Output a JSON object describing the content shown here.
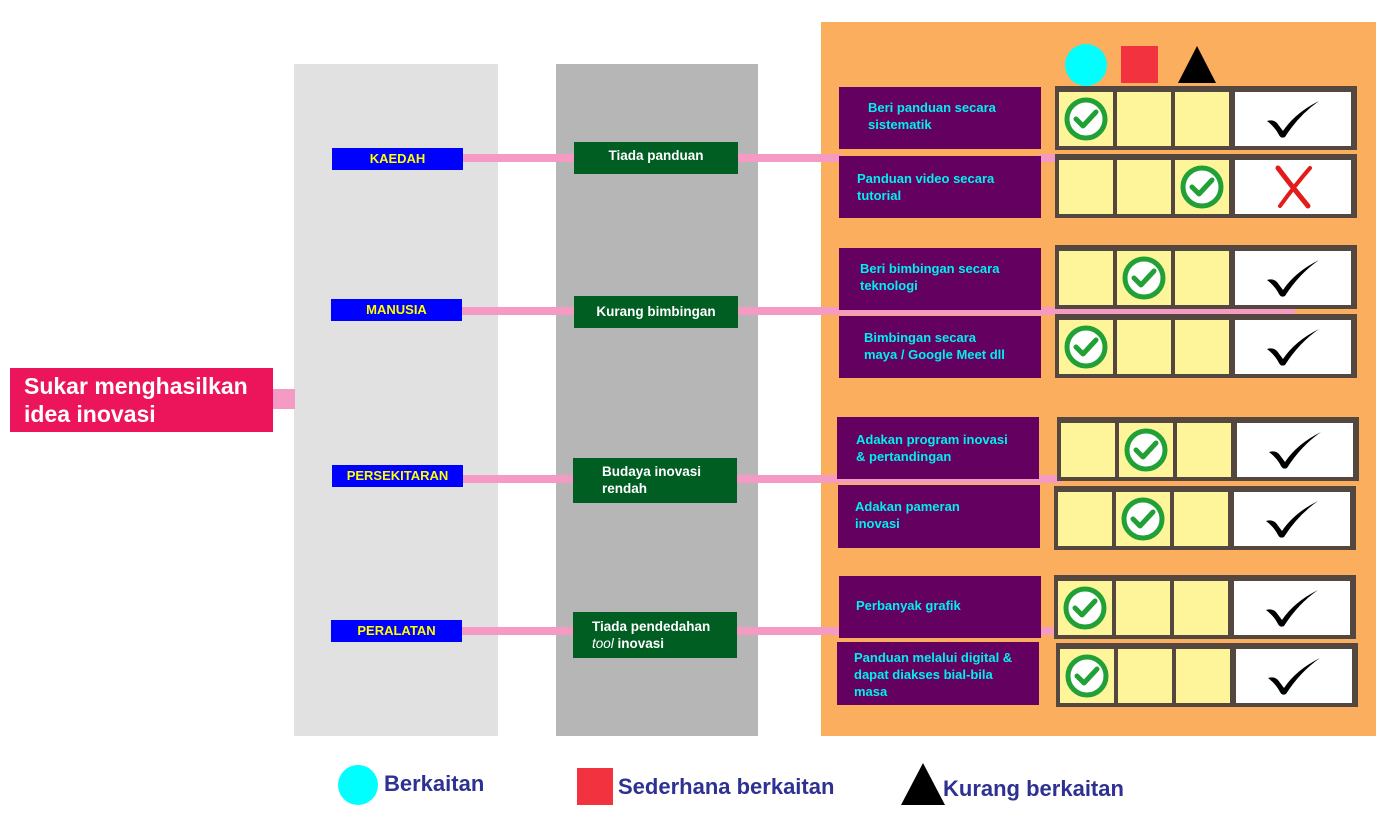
{
  "problem": "Sukar menghasilkan idea inovasi",
  "categories": [
    {
      "label": "KAEDAH",
      "cause": [
        "Tiada panduan"
      ]
    },
    {
      "label": "MANUSIA",
      "cause": [
        "Kurang bimbingan"
      ]
    },
    {
      "label": "PERSEKITARAN",
      "cause": [
        "Budaya inovasi",
        "rendah"
      ]
    },
    {
      "label": "PERALATAN",
      "cause": [
        "Tiada pendedahan",
        "tool",
        " inovasi"
      ]
    }
  ],
  "header_icons": [
    "circle-icon",
    "square-icon",
    "triangle-icon"
  ],
  "solutions": [
    {
      "lines": [
        "Beri panduan secara",
        "sistematik"
      ],
      "rating": "berkaitan",
      "result": "accepted"
    },
    {
      "lines": [
        "Panduan video secara",
        "tutorial"
      ],
      "rating": "kurang",
      "result": "rejected"
    },
    {
      "lines": [
        "Beri bimbingan secara",
        "teknologi"
      ],
      "rating": "sederhana",
      "result": "accepted"
    },
    {
      "lines": [
        "Bimbingan secara",
        "maya / Google Meet dll"
      ],
      "rating": "berkaitan",
      "result": "accepted"
    },
    {
      "lines": [
        "Adakan program inovasi",
        "& pertandingan"
      ],
      "rating": "sederhana",
      "result": "accepted"
    },
    {
      "lines": [
        "Adakan pameran",
        "inovasi"
      ],
      "rating": "sederhana",
      "result": "accepted"
    },
    {
      "lines": [
        "Perbanyak grafik"
      ],
      "rating": "berkaitan",
      "result": "accepted"
    },
    {
      "lines": [
        "Panduan melalui digital &",
        "dapat diakses bial-bila",
        "masa"
      ],
      "rating": "berkaitan",
      "result": "accepted"
    }
  ],
  "legend": {
    "berkaitan": "Berkaitan",
    "sederhana": "Sederhana berkaitan",
    "kurang": "Kurang berkaitan"
  },
  "colors": {
    "circle": "#00ffff",
    "square": "#f2323f",
    "triangle": "#000000",
    "check_green": "#21a035",
    "cross_red": "#e31b1b",
    "legend_text": "#2e3192"
  }
}
